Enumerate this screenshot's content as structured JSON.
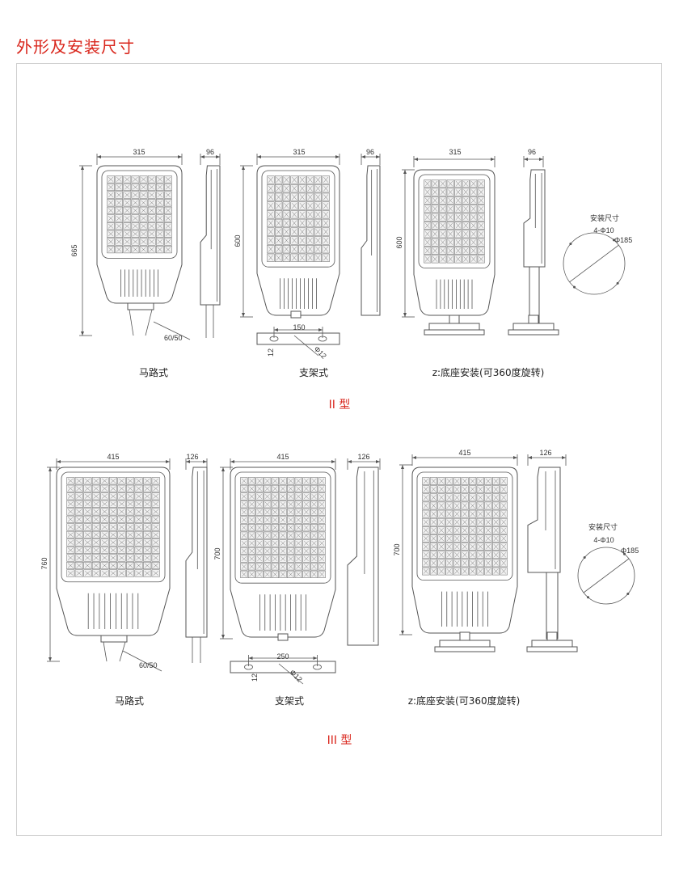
{
  "page_title": "外形及安装尺寸",
  "sections": [
    {
      "type_label": "II 型",
      "captions": [
        "马路式",
        "支架式",
        "z:底座安装(可360度旋转)"
      ],
      "width_dim": "315",
      "depth_dim": "96",
      "road_height": "665",
      "bracket_height": "600",
      "base_height": "600",
      "pole_dim": "60/50",
      "bracket_spacing": "150",
      "bracket_slot": "12",
      "bracket_hole": "Φ12",
      "mount_title": "安装尺寸",
      "mount_holes": "4-Φ10",
      "mount_circle": "Φ185"
    },
    {
      "type_label": "III 型",
      "captions": [
        "马路式",
        "支架式",
        "z:底座安装(可360度旋转)"
      ],
      "width_dim": "415",
      "depth_dim": "126",
      "road_height": "760",
      "bracket_height": "700",
      "base_height": "700",
      "pole_dim": "60/50",
      "bracket_spacing": "250",
      "bracket_slot": "12",
      "bracket_hole": "Φ12",
      "mount_title": "安装尺寸",
      "mount_holes": "4-Φ10",
      "mount_circle": "Φ185"
    }
  ]
}
